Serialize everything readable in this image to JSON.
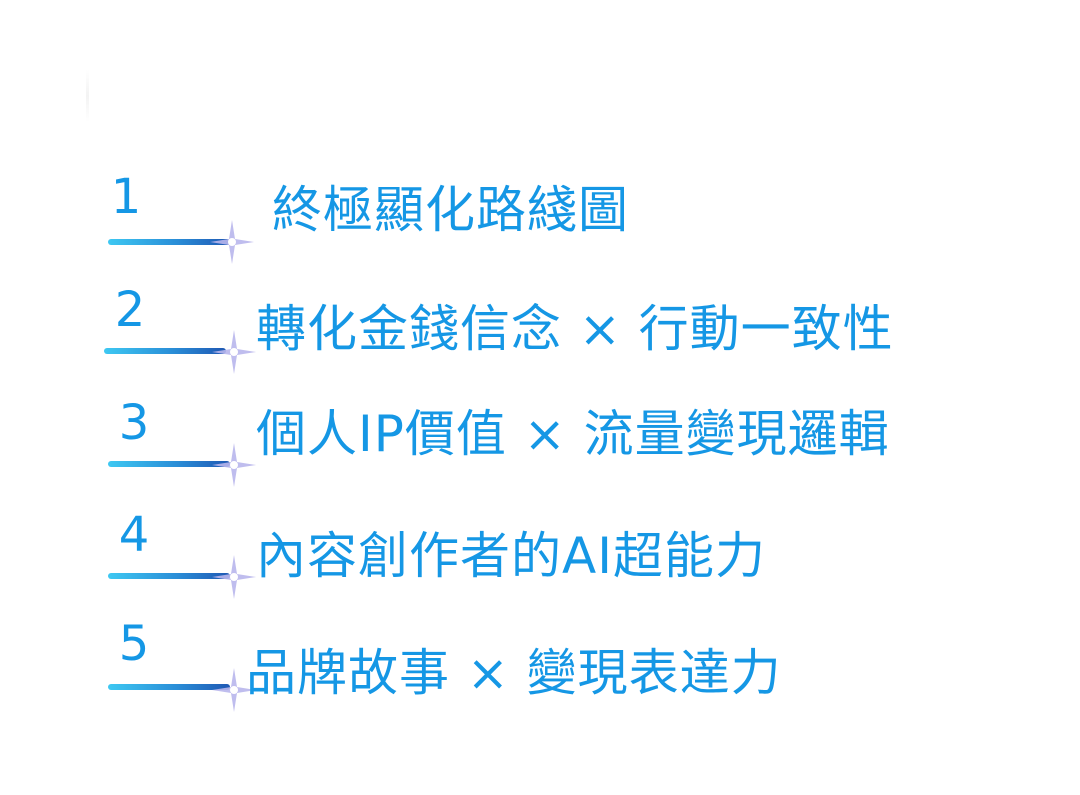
{
  "colors": {
    "text": "#1597e5",
    "line_start": "#3ec8f2",
    "line_end": "#1f58b3"
  },
  "items": [
    {
      "number": "1",
      "label": "終極顯化路綫圖"
    },
    {
      "number": "2",
      "label": "轉化金錢信念 × 行動一致性"
    },
    {
      "number": "3",
      "label": "個人IP價值 × 流量變現邏輯"
    },
    {
      "number": "4",
      "label": "內容創作者的AI超能力"
    },
    {
      "number": "5",
      "label": "品牌故事 × 變現表達力"
    }
  ],
  "icons": {
    "sparkle": "sparkle-icon"
  }
}
